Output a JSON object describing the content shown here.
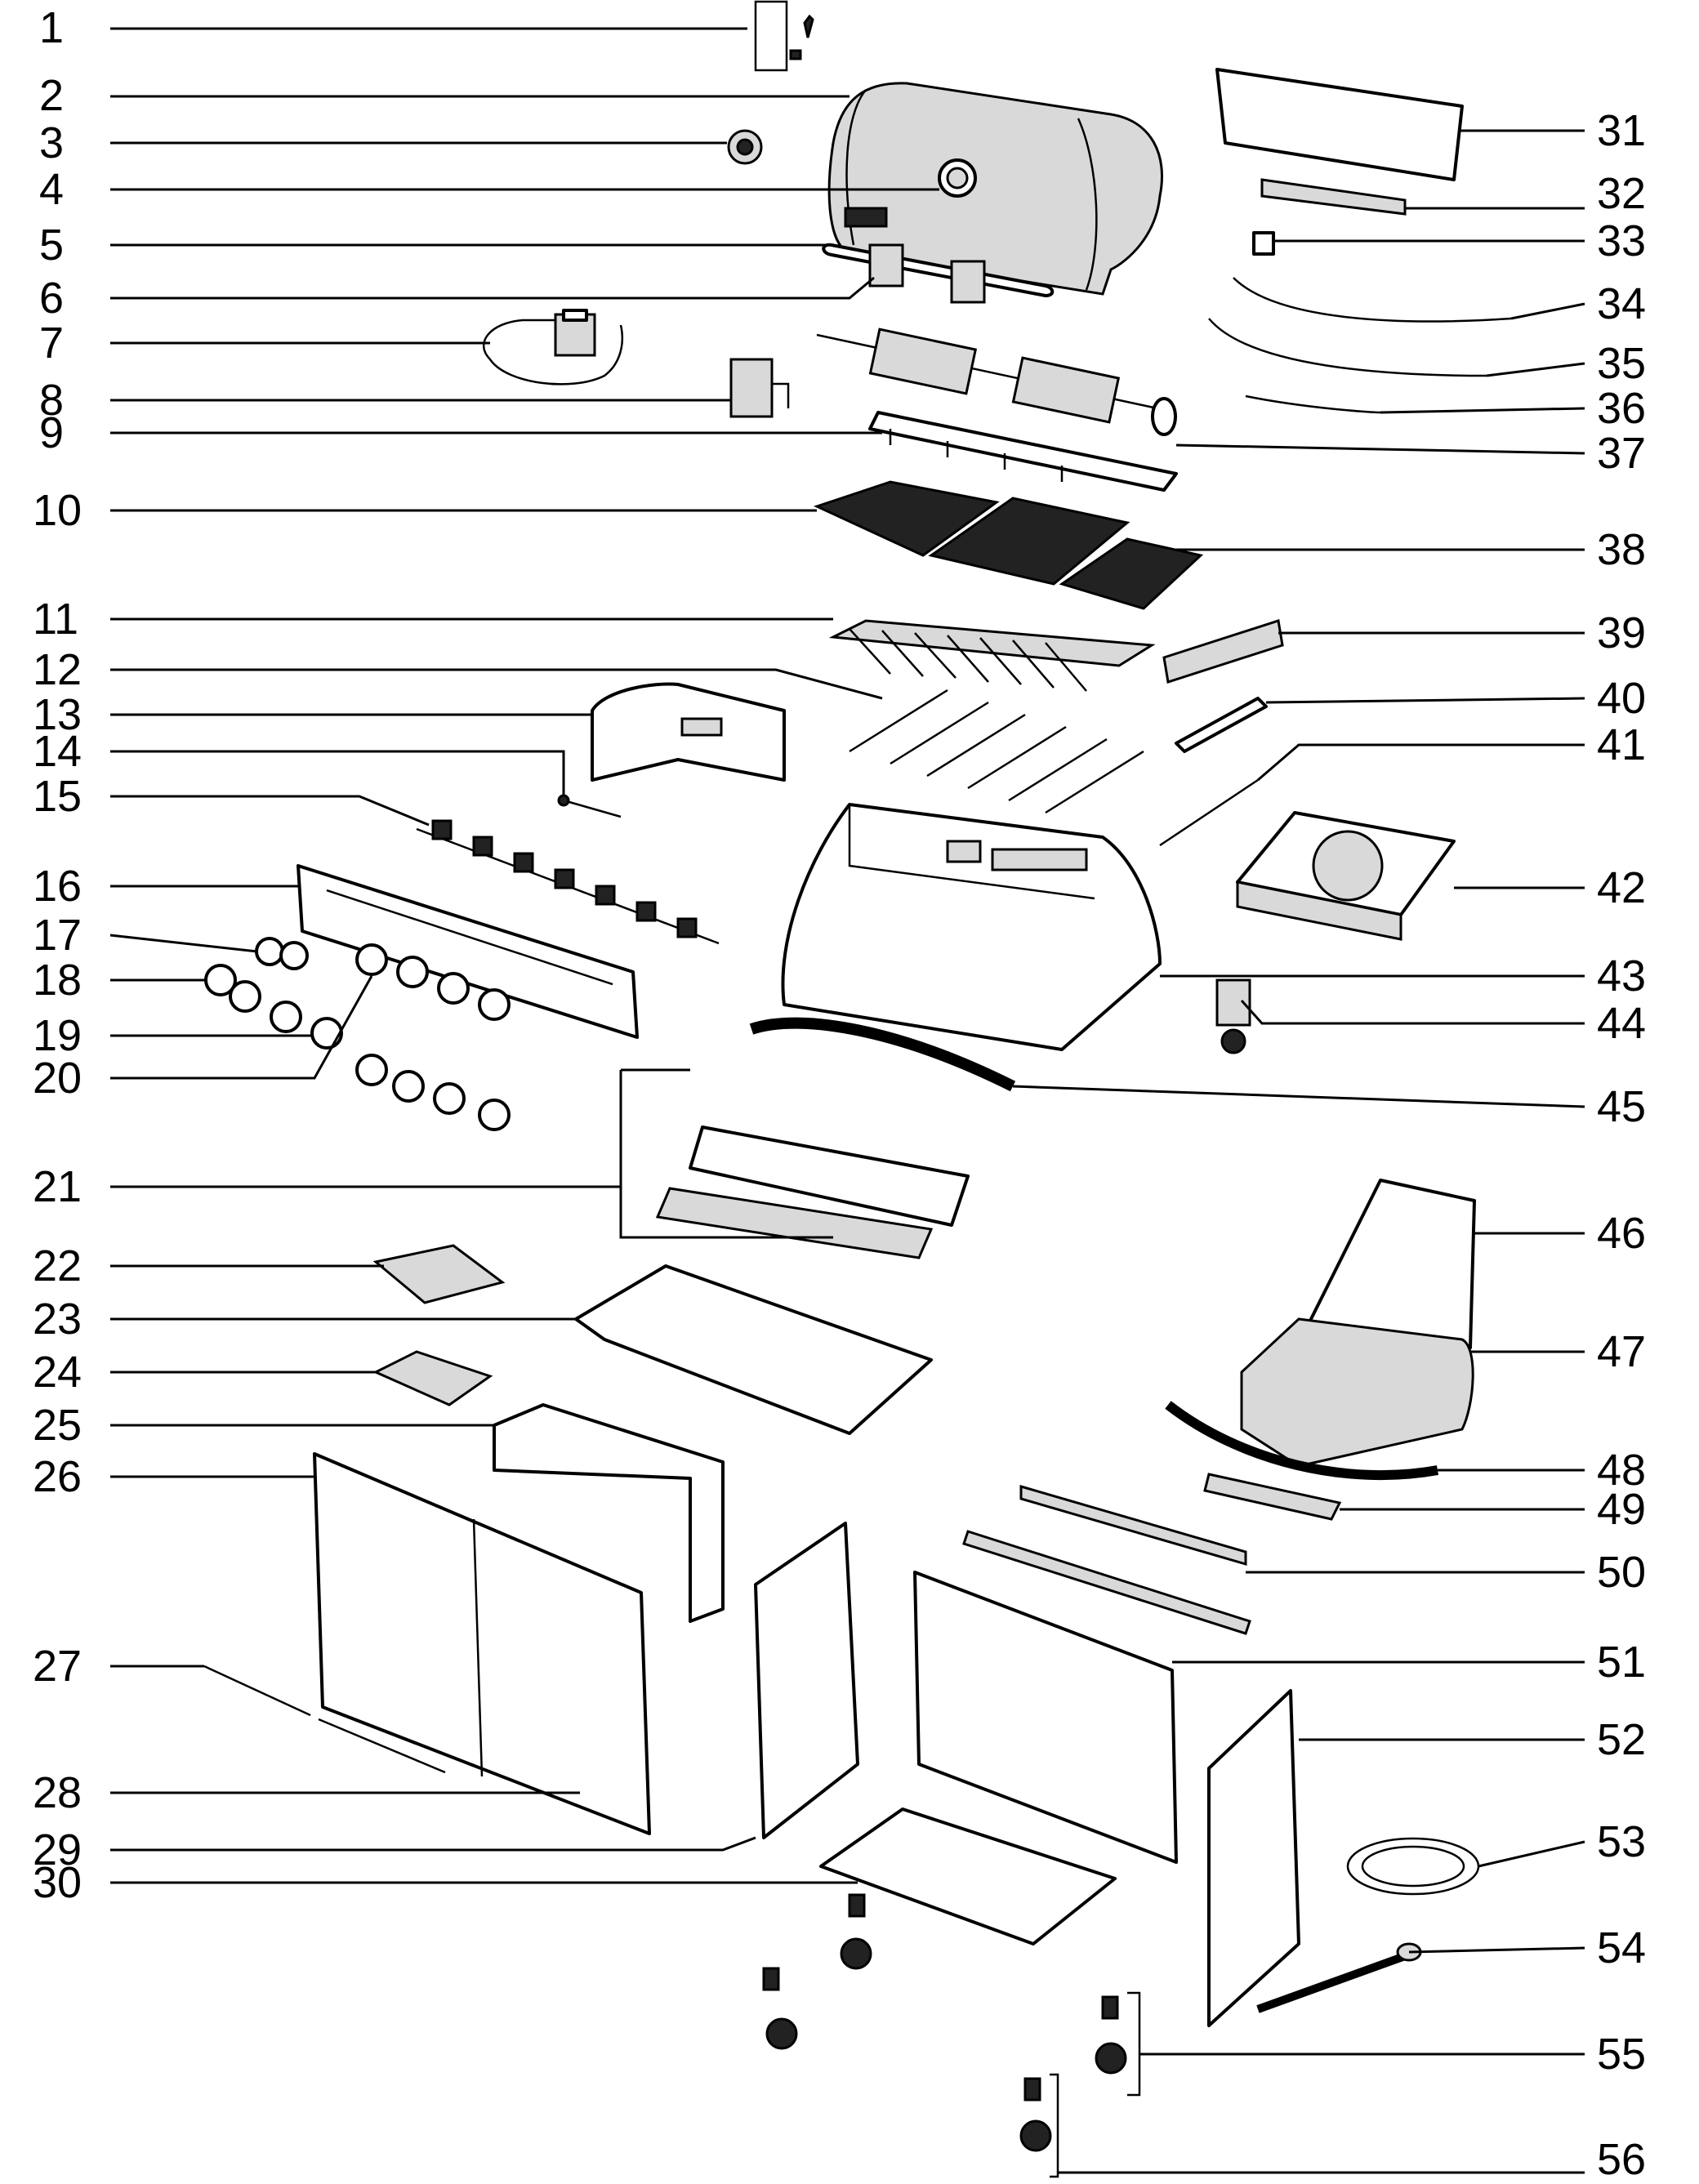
{
  "callouts_left": [
    "1",
    "2",
    "3",
    "4",
    "5",
    "6",
    "7",
    "8",
    "9",
    "10",
    "11",
    "12",
    "13",
    "14",
    "15",
    "16",
    "17",
    "18",
    "19",
    "20",
    "21",
    "22",
    "23",
    "24",
    "25",
    "26",
    "27",
    "28",
    "29",
    "30"
  ],
  "callouts_right": [
    "31",
    "32",
    "33",
    "34",
    "35",
    "36",
    "37",
    "38",
    "39",
    "40",
    "41",
    "42",
    "43",
    "44",
    "45",
    "46",
    "47",
    "48",
    "49",
    "50",
    "51",
    "52",
    "53",
    "54",
    "55",
    "56"
  ]
}
